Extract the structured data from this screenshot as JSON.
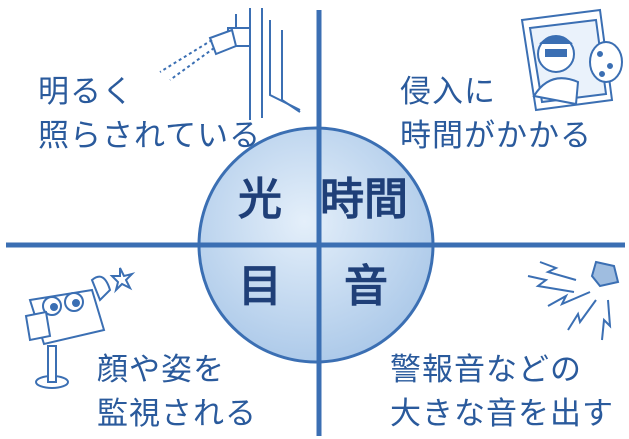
{
  "colors": {
    "axis": "#3b6fb3",
    "text": "#2a5a9c",
    "circle_fill": "#b9d3ee",
    "circle_stroke": "#3b6fb3",
    "circle_text": "#1f3f78"
  },
  "center": {
    "top_left": "光",
    "top_right": "時間",
    "bottom_left": "目",
    "bottom_right": "音"
  },
  "quadrants": {
    "top_left": {
      "line1": "明るく",
      "line2": "照らされている",
      "icon": "spotlight-icon"
    },
    "top_right": {
      "line1": "侵入に",
      "line2": "時間がかかる",
      "icon": "burglar-at-window-icon"
    },
    "bottom_left": {
      "line1": "顔や姿を",
      "line2": "監視される",
      "icon": "security-camera-icon"
    },
    "bottom_right": {
      "line1": "警報音などの",
      "line2": "大きな音を出す",
      "icon": "alarm-siren-icon"
    }
  }
}
